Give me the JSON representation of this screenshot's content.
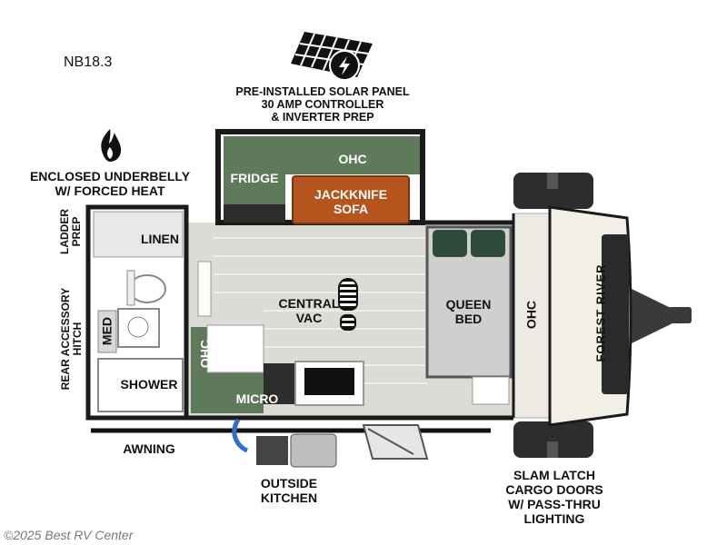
{
  "model": "NB18.3",
  "callouts": {
    "solar": [
      "PRE-INSTALLED SOLAR PANEL",
      "30 AMP CONTROLLER",
      "& INVERTER PREP"
    ],
    "underbelly": [
      "ENCLOSED UNDERBELLY",
      "W/ FORCED HEAT"
    ],
    "ladder": [
      "LADDER",
      "PREP"
    ],
    "rear_hitch": [
      "REAR ACCESSORY",
      "HITCH"
    ],
    "awning": "AWNING",
    "outside_kitchen": [
      "OUTSIDE",
      "KITCHEN"
    ],
    "cargo": [
      "SLAM LATCH",
      "CARGO DOORS",
      "W/ PASS-THRU",
      "LIGHTING"
    ]
  },
  "rooms": {
    "fridge": "FRIDGE",
    "ohc_top": "OHC",
    "jackknife": [
      "JACKKNIFE",
      "SOFA"
    ],
    "linen": "LINEN",
    "central_vac": [
      "CENTRAL",
      "VAC"
    ],
    "queen_bed": [
      "QUEEN",
      "BED"
    ],
    "ohc_front": "OHC",
    "med": "MED",
    "ohc_left": "OHC",
    "shower": "SHOWER",
    "micro": "MICRO",
    "brand": "FOREST RIVER"
  },
  "colors": {
    "wall": "#1a1a1a",
    "cabinet_green": "#5f7a5a",
    "sofa_orange": "#b5541c",
    "floor": "#dcdbd6",
    "bed": "#cfcfcf",
    "front_cap": "#f2f0e4",
    "tank": "#3a3a3a"
  },
  "watermark": "©2025 Best RV Center"
}
